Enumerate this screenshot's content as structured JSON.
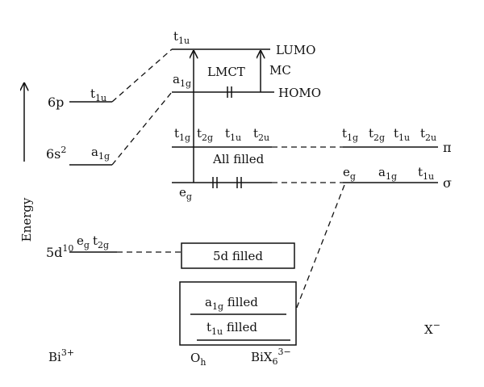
{
  "axis": {
    "label": "Energy"
  },
  "left": {
    "six_p": "6p",
    "six_p_orb": {
      "base": "t",
      "sub": "1u"
    },
    "six_s": {
      "base": "6s",
      "sup": "2"
    },
    "six_s_orb": {
      "base": "a",
      "sub": "1g"
    },
    "five_d": {
      "base": "5d",
      "sup": "10"
    },
    "five_d_orb1": {
      "base": "e",
      "sub": "g"
    },
    "five_d_orb2": {
      "base": "t",
      "sub": "2g"
    },
    "ion": {
      "base": "Bi",
      "sup": "3+"
    }
  },
  "center": {
    "lumo_orb": {
      "base": "t",
      "sub": "1u"
    },
    "lumo": "LUMO",
    "homo_orb": {
      "base": "a",
      "sub": "1g"
    },
    "homo": "HOMO",
    "lmct": "LMCT",
    "mc": "MC",
    "pi_orbs": [
      {
        "base": "t",
        "sub": "1g"
      },
      {
        "base": "t",
        "sub": "2g"
      },
      {
        "base": "t",
        "sub": "1u"
      },
      {
        "base": "t",
        "sub": "2u"
      }
    ],
    "all_filled": "All filled",
    "sigma_orb": {
      "base": "e",
      "sub": "g"
    },
    "box_5d": "5d filled",
    "box_a1g": {
      "base": "a",
      "sub": "1g",
      "tail": " filled"
    },
    "box_t1u": {
      "base": "t",
      "sub": "1u",
      "tail": " filled"
    },
    "symmetry": {
      "base": "O",
      "sub": "h"
    },
    "complex": {
      "base": "BiX",
      "sub": "6",
      "sup": "3−"
    }
  },
  "right": {
    "pi_orbs": [
      {
        "base": "t",
        "sub": "1g"
      },
      {
        "base": "t",
        "sub": "2g"
      },
      {
        "base": "t",
        "sub": "1u"
      },
      {
        "base": "t",
        "sub": "2u"
      }
    ],
    "pi_label": "π",
    "sigma_orbs": [
      {
        "base": "e",
        "sub": "g"
      },
      {
        "base": "a",
        "sub": "1g"
      },
      {
        "base": "t",
        "sub": "1u"
      }
    ],
    "sigma_label": "σ",
    "ligand": {
      "base": "X",
      "sup": "−"
    }
  }
}
